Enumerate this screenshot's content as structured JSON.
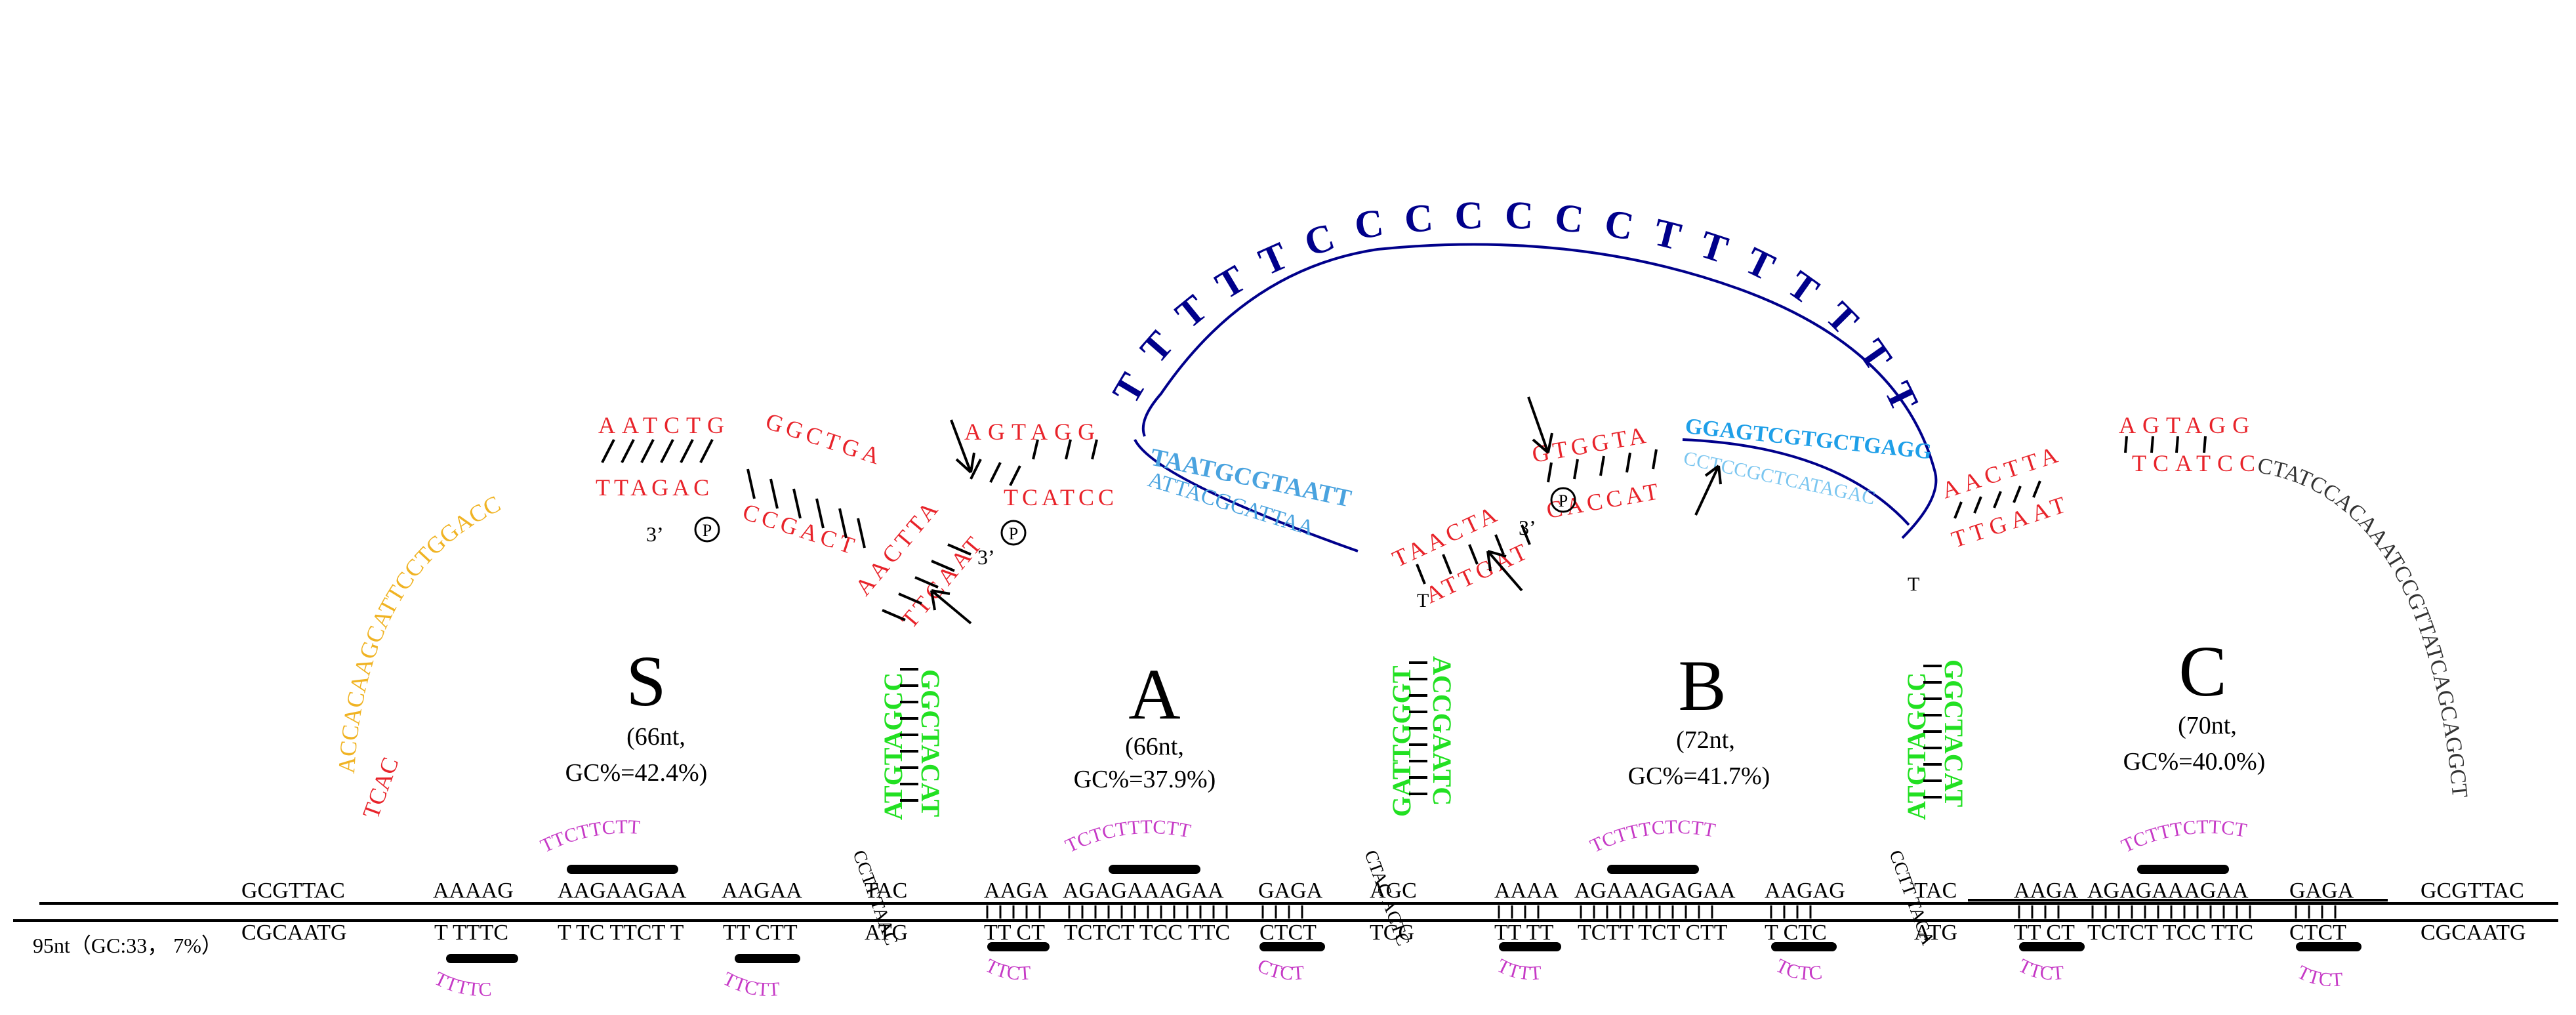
{
  "colors": {
    "red": "#e8232a",
    "orange": "#f0b323",
    "green": "#22e022",
    "navy": "#00008b",
    "lightblue": "#4aa3df",
    "cyan": "#1e9fe8",
    "magenta": "#c63ac6",
    "black": "#000000",
    "gray": "#333333"
  },
  "duplex": {
    "length_label": "95nt（GC:33， 7%）",
    "top": [
      "GCGTTAC",
      "AAAAG",
      "AAGAAGAA",
      "AAGAA",
      "TAC",
      "AAGA",
      "AGAGAAAGAA",
      "GAGA",
      "AGC",
      "AAAA",
      "AGAAAGAGAA",
      "AAGAG",
      "TAC",
      "AAGA",
      "AGAGAAAGAA",
      "GAGA",
      "GCGTTAC"
    ],
    "bottom": [
      "CGCAATG",
      "T TTTC",
      "T TC TTCT T",
      "TT CTT",
      "ATG",
      "TT CT",
      "TCTCT TCC TTC",
      "CTCT",
      "TCG",
      "TT TT",
      "TCTT TCT CTT",
      "T CTC",
      "ATG",
      "TT CT",
      "TCTCT TCC TTC",
      "CTCT",
      "CGCAATG"
    ]
  },
  "triplex_strands": {
    "above": [
      "TTCTTCTT",
      "TCTCTTTCTT",
      "TCTTTCTCTT",
      "TCTTTCTTCT"
    ],
    "below": [
      "TTTTC",
      "TTCTT",
      "TTCT",
      "CTCT",
      "TTTT",
      "TCTC",
      "TTCT",
      "TTCT"
    ]
  },
  "domains": [
    {
      "letter": "S",
      "length": "(66nt,",
      "gc": "GC%=42.4%)"
    },
    {
      "letter": "A",
      "length": "(66nt,",
      "gc": "GC%=37.9%)"
    },
    {
      "letter": "B",
      "length": "(72nt,",
      "gc": "GC%=41.7%)"
    },
    {
      "letter": "C",
      "length": "(70nt,",
      "gc": "GC%=40.0%)"
    }
  ],
  "stems": [
    {
      "left": "ATGTAGCC",
      "right": "GGCTACAT",
      "loop": "CCTT TAAC"
    },
    {
      "left": "GATTGGGT",
      "right": "ACCGAATC",
      "loop": "CTAC ACTC"
    },
    {
      "left": "ATGTAGCC",
      "right": "GGCTACAT",
      "loop": "CCTT TACA"
    }
  ],
  "arc_sequences": {
    "orange_arc": "ACCACAAGCATTCCTGGACC",
    "red_tcac": "TCAC",
    "right_black_arc": "CTATCCACAAATCCGTTATCAGCAGGCT",
    "navy_loop": "TTTTTCCCCCCCTTTTTTT"
  },
  "helices": {
    "h1_top": "AATCTG",
    "h1_bottom": "TTAGAC",
    "h2_top": "GGCTGA",
    "h2_bottom": "CCGACT",
    "h3_top": "AACTTA",
    "h3_bottom": "TTCAAT",
    "h4_top": "AGTAGG",
    "h4_bottom": "TCATCC",
    "h5_top": "TAACTA",
    "h5_bottom": "ATTGAT",
    "h6_top": "GTGGTA",
    "h6_bottom": "CACCAT",
    "h7_top": "AACTTA",
    "h7_bottom": "TTGAAT",
    "h8_top": "AGTAGG",
    "h8_bottom": "TCATCC"
  },
  "cyan_strands": {
    "left_top": "TAATGCGTAATT",
    "left_bottom": "ATTACGCATTAA",
    "right_top": "GGAGTCGTGCTGAGG",
    "right_bottom": "CCTCCGCTCATAGAC"
  },
  "labels": {
    "three_prime": "3’",
    "phosphate": "P",
    "t_single": "T"
  }
}
